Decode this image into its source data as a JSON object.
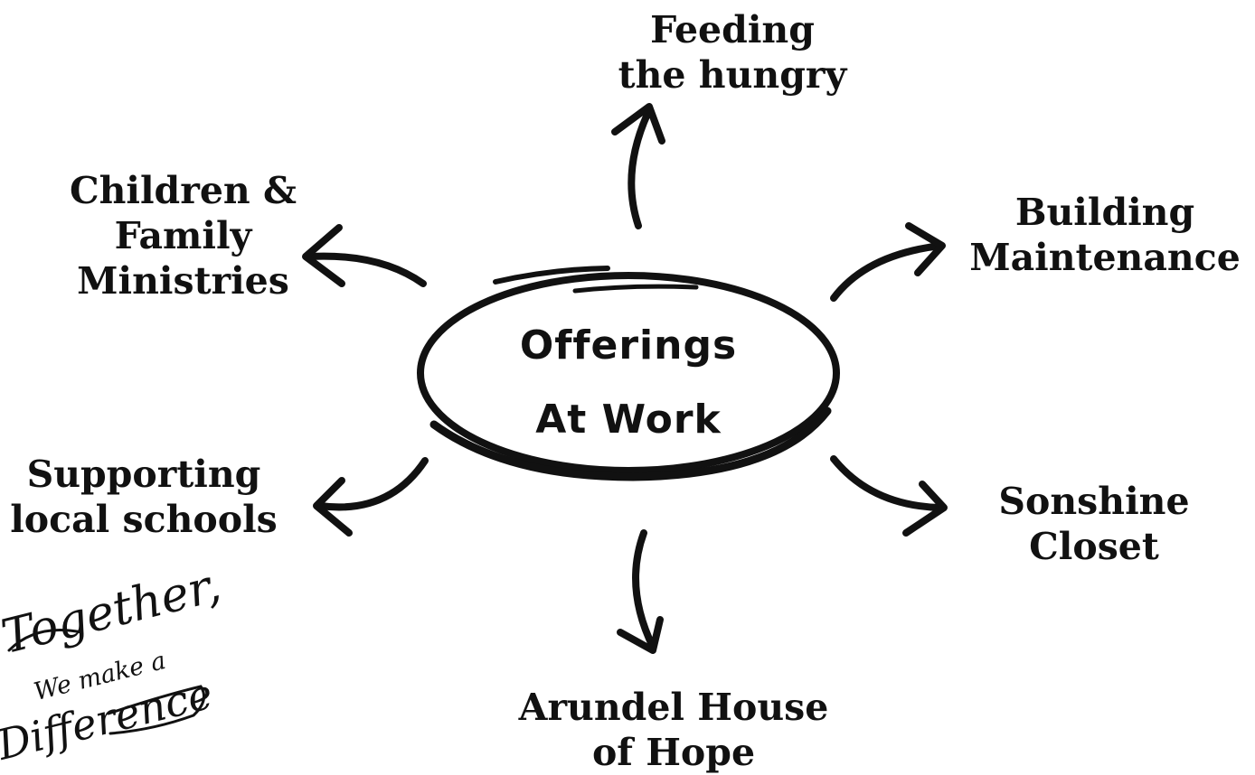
{
  "center": {
    "line1": "Offerings",
    "line2": "At Work"
  },
  "nodes": {
    "feeding": {
      "line1": "Feeding",
      "line2": "the hungry"
    },
    "children": {
      "line1": "Children &",
      "line2": "Family",
      "line3": "Ministries"
    },
    "building": {
      "line1": "Building",
      "line2": "Maintenance"
    },
    "supporting": {
      "line1": "Supporting",
      "line2": "local schools"
    },
    "sonshine": {
      "line1": "Sonshine",
      "line2": "Closet"
    },
    "arundel": {
      "line1": "Arundel House",
      "line2": "of Hope"
    }
  },
  "logo": {
    "line1": "Together,",
    "line2": "We make a",
    "line3": "Difference"
  },
  "colors": {
    "ink": "#111111",
    "background": "#ffffff"
  }
}
